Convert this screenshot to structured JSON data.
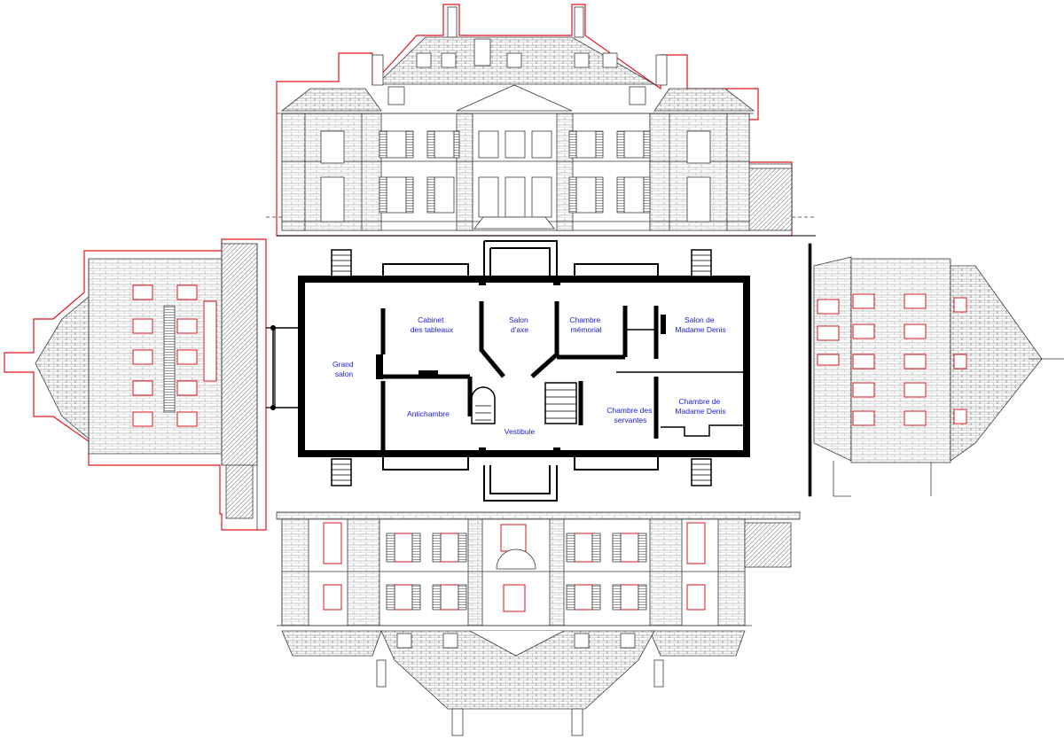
{
  "colors": {
    "ink": "#3a3a3a",
    "wall": "#000000",
    "outline": "#e0141e",
    "label": "#1a1ad8",
    "window_highlight": "#d8141e"
  },
  "rooms": {
    "grand_salon": [
      "Grand",
      "salon"
    ],
    "cabinet": [
      "Cabinet",
      "des tableaux"
    ],
    "salon_axe": [
      "Salon",
      "d'axe"
    ],
    "chambre_memorial": [
      "Chambre",
      "mémorial"
    ],
    "salon_denis": [
      "Salon de",
      "Madame Denis"
    ],
    "antichambre": [
      "Antichambre"
    ],
    "vestibule": [
      "Vestibule"
    ],
    "chambre_servantes": [
      "Chambre des",
      "servantes"
    ],
    "chambre_denis": [
      "Chambre de",
      "Madame Denis"
    ]
  }
}
